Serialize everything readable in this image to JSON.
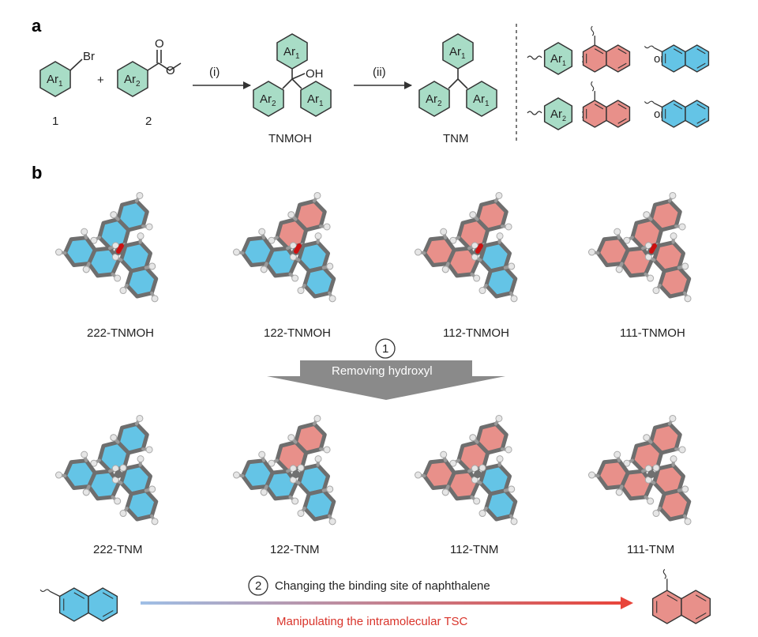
{
  "panel_a": {
    "label": "a",
    "reactant1": {
      "ring": "Ar",
      "sub": "1",
      "group": "Br",
      "number": "1"
    },
    "plus": "+",
    "reactant2": {
      "ring": "Ar",
      "sub": "2",
      "number": "2"
    },
    "step1": "(i)",
    "step2": "(ii)",
    "tnmoh": {
      "name": "TNMOH",
      "oh": "OH",
      "ar_top": "Ar",
      "ar_top_sub": "1",
      "ar_left": "Ar",
      "ar_left_sub": "2",
      "ar_right": "Ar",
      "ar_right_sub": "1"
    },
    "tnm": {
      "name": "TNM",
      "ar_top": "Ar",
      "ar_top_sub": "1",
      "ar_left": "Ar",
      "ar_left_sub": "2",
      "ar_right": "Ar",
      "ar_right_sub": "1"
    },
    "legend": [
      {
        "ring": "Ar",
        "sub": "1",
        "colon": ":",
        "or": "or"
      },
      {
        "ring": "Ar",
        "sub": "2",
        "colon": ":",
        "or": "or"
      }
    ]
  },
  "panel_b": {
    "label": "b",
    "tnmoh_labels": [
      "222-TNMOH",
      "122-TNMOH",
      "112-TNMOH",
      "111-TNMOH"
    ],
    "tnm_labels": [
      "222-TNM",
      "122-TNM",
      "112-TNM",
      "111-TNM"
    ],
    "step1_num": "1",
    "step1_text": "Removing hydroxyl",
    "step2_num": "2",
    "step2_text": "Changing the binding site of naphthalene",
    "bottom_text": "Manipulating the intramolecular TSC"
  },
  "colors": {
    "hex_green": "#a8dcc6",
    "naph_red": "#e8908a",
    "naph_blue": "#64c4e6",
    "grey_arrow": "#8a8a8a",
    "tsc_red": "#d9342b",
    "gradient_start": "#9fbfe6",
    "gradient_end": "#e8443a",
    "hydroxyl": "#cc1010"
  }
}
